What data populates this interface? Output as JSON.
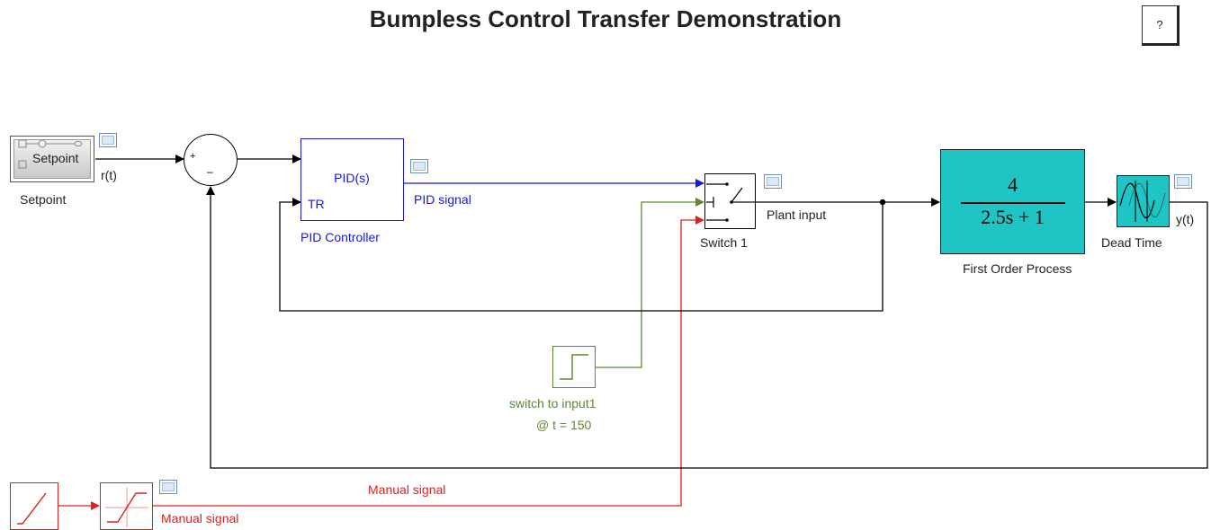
{
  "title": "Bumpless Control Transfer Demonstration",
  "help_button": "?",
  "blocks": {
    "setpoint": {
      "inner": "Setpoint",
      "name": "Setpoint"
    },
    "sum": {
      "plus": "+",
      "minus": "–"
    },
    "pid": {
      "inner": "PID(s)",
      "port_tr": "TR",
      "name": "PID Controller"
    },
    "switch": {
      "name": "Switch 1"
    },
    "process": {
      "numerator": "4",
      "denominator": "2.5s + 1",
      "name": "First Order Process"
    },
    "dead_time": {
      "name": "Dead Time"
    },
    "step": {
      "name_line1": "switch to input1",
      "name_line2": "@ t = 150"
    }
  },
  "signals": {
    "r": "r(t)",
    "pid_signal": "PID signal",
    "plant_input": "Plant input",
    "y": "y(t)",
    "manual_signal_top": "Manual signal",
    "manual_signal_bottom": "Manual signal"
  },
  "colors": {
    "pid_signal": "#1a1ad6",
    "switch_signal": "#5c8a2e",
    "manual_signal": "#e02020",
    "process_fill": "#1fc4c4",
    "black": "#000000"
  }
}
